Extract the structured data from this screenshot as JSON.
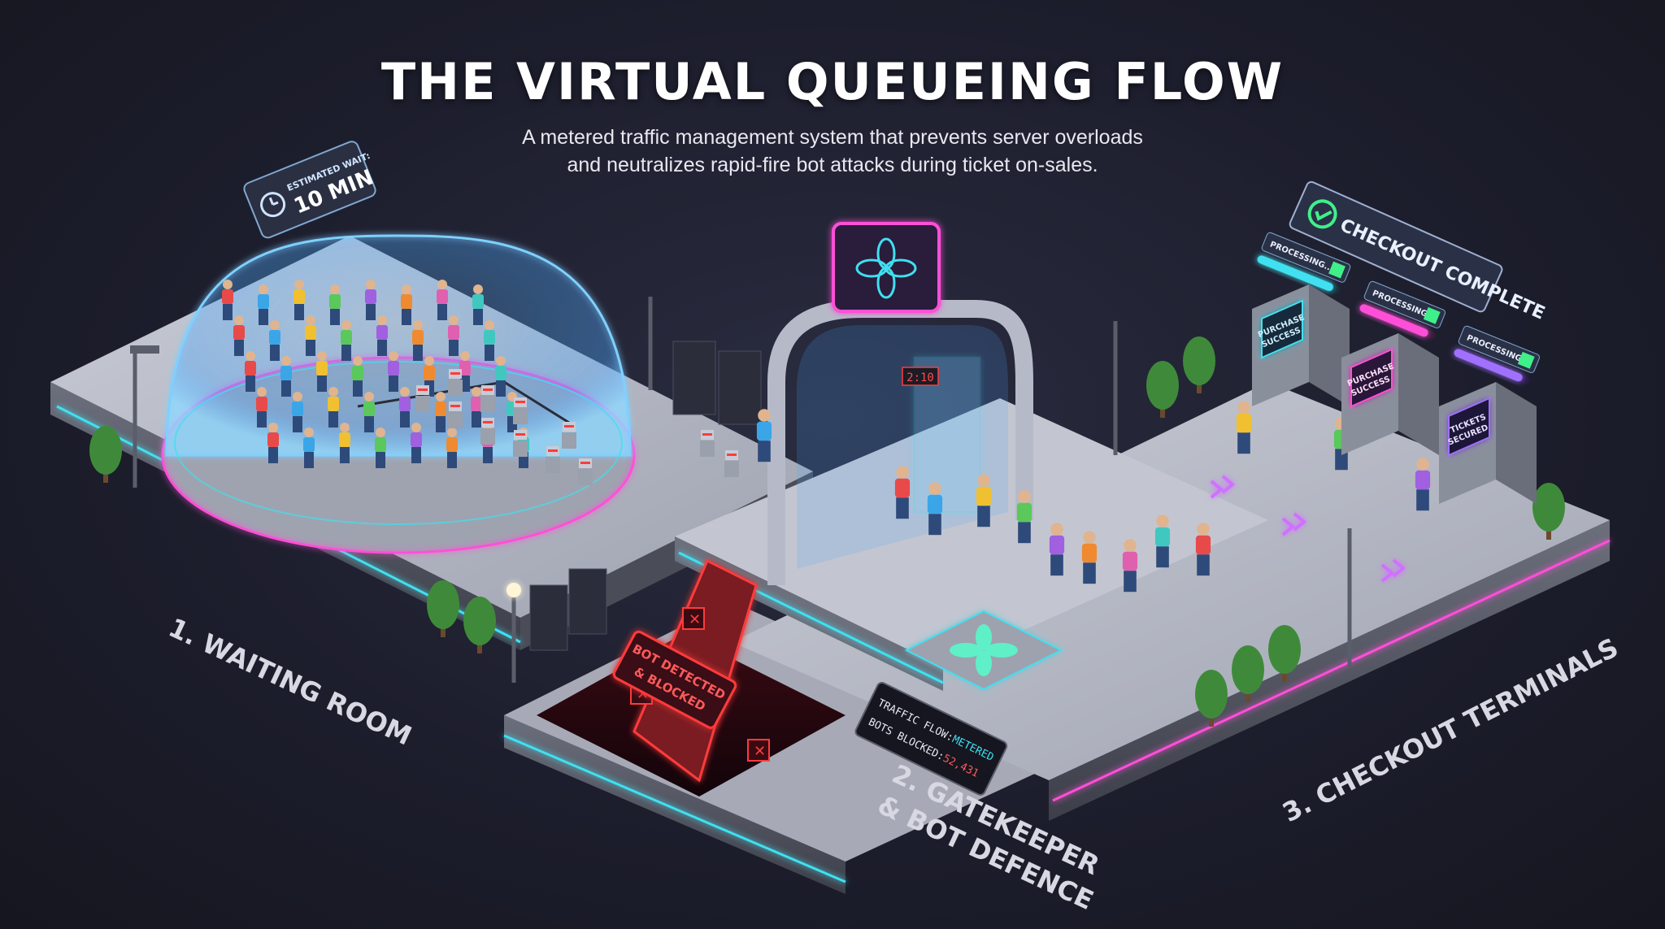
{
  "header": {
    "title": "THE VIRTUAL QUEUEING FLOW",
    "subtitle_line1": "A metered traffic management system that prevents server overloads",
    "subtitle_line2": "and neutralizes rapid-fire bot attacks during ticket on-sales."
  },
  "waiting_room": {
    "sign_label": "ESTIMATED WAIT:",
    "sign_value": "10 MIN",
    "stage_label": "1. WAITING ROOM"
  },
  "gatekeeper": {
    "gate_clock": "2:10",
    "bot_alert_line1": "BOT DETECTED",
    "bot_alert_line2": "& BLOCKED",
    "status_flow_label": "TRAFFIC FLOW:",
    "status_flow_value": "METERED",
    "status_bots_label": "BOTS BLOCKED:",
    "status_bots_value": "52,431",
    "stage_label_line1": "2. GATEKEEPER",
    "stage_label_line2": "& BOT DEFENCE"
  },
  "checkout": {
    "complete_sign": "CHECKOUT COMPLETE",
    "processing_label": "PROCESSING...",
    "kiosk1_screen": [
      "PURCHASE",
      "SUCCESS"
    ],
    "kiosk2_screen": [
      "PURCHASE",
      "SUCCESS"
    ],
    "kiosk3_screen": [
      "TICKETS",
      "SECURED"
    ],
    "stage_label": "3. CHECKOUT TERMINALS"
  },
  "colors": {
    "cyan_glow": "#3fe0f0",
    "pink_glow": "#ff4fd8",
    "red_alert": "#ff3b3b",
    "green_check": "#3ff08a",
    "platform": "#b9bcc8"
  }
}
